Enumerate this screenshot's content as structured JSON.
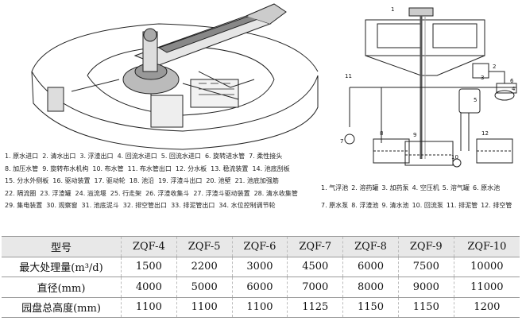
{
  "legend_left": [
    [
      "1. 原水进口",
      "2. 清水出口",
      "3. 浮渣出口",
      "4. 回流水进口",
      "5. 回流水进口",
      "6. 旋转进水管",
      "7. 柔性接头"
    ],
    [
      "8. 加压水管",
      "9. 旋转布水机构",
      "10. 布水管",
      "11. 布水管出口",
      "12. 分水板",
      "13. 稳流装置",
      "14. 池底刮板"
    ],
    [
      "22. 隔流圈",
      "23. 浮渣罐",
      "24. 溢流堰",
      "25. 行走架",
      "26. 浮渣收集斗",
      "27. 浮渣斗驱动装置",
      "28. 清水收集管"
    ],
    [
      "29. 集电装置",
      "30. 观察窗",
      "31. 池底泥斗",
      "32. 排空管出口",
      "33. 排泥管出口",
      "34. 水位控制调节轮"
    ]
  ],
  "legend_left_row2b": [
    "15. 分水外侧板",
    "16. 驱动装置",
    "17. 驱动轮",
    "18. 池沿",
    "19. 浮渣斗出口",
    "20. 池壁",
    "21. 池底加强筋"
  ],
  "legend_right": [
    [
      "1. 气浮池",
      "2. 溶药罐",
      "3. 加药泵",
      "4. 空压机",
      "5. 溶气罐",
      "6. 原水池"
    ],
    [
      "7. 原水泵",
      "8. 浮渣池",
      "9. 清水池",
      "10. 回流泵",
      "11. 排泥管",
      "12. 排空管"
    ]
  ],
  "right_diagram_numbers": [
    "1",
    "2",
    "3",
    "4",
    "5",
    "6",
    "7",
    "8",
    "9",
    "10",
    "11",
    "12"
  ],
  "table": {
    "header": [
      "型号",
      "ZQF-4",
      "ZQF-5",
      "ZQF-6",
      "ZQF-7",
      "ZQF-8",
      "ZQF-9",
      "ZQF-10"
    ],
    "rows": [
      [
        "最大处理量(m³/d)",
        "1500",
        "2200",
        "3000",
        "4500",
        "6000",
        "7500",
        "10000"
      ],
      [
        "直径(mm)",
        "4000",
        "5000",
        "6000",
        "7000",
        "8000",
        "9000",
        "11000"
      ],
      [
        "园盘总高度(mm)",
        "1100",
        "1100",
        "1100",
        "1125",
        "1150",
        "1150",
        "1200"
      ]
    ]
  }
}
